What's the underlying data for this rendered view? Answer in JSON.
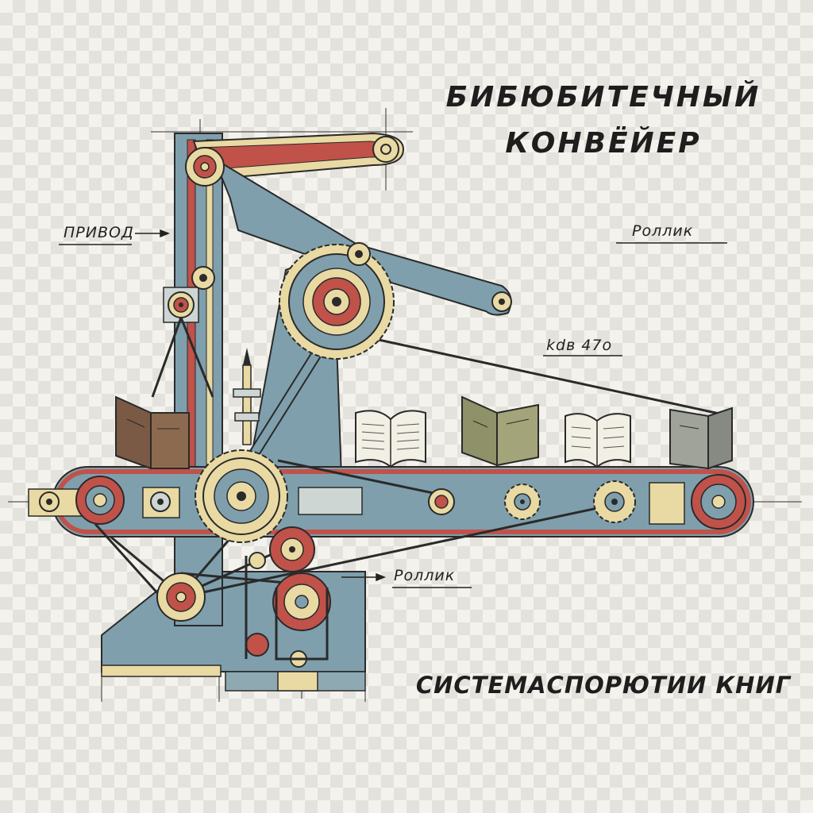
{
  "title": {
    "line1": "БИБЮБИТЕЧНЫЙ",
    "line2": "КОНВЁЙЕР"
  },
  "labels": {
    "drive": "ПРИВОД",
    "roller_top": "Роллик",
    "spec": "kdв 47o",
    "roller_bottom": "Роллик"
  },
  "caption": "СИСТЕМАСПОРЮТИИ КНИГ",
  "colors": {
    "steel_blue": "#7f9fac",
    "red": "#c0524a",
    "cream": "#e9d9a3",
    "ink": "#2a2a2a",
    "book_brown": "#7a5a45",
    "book_olive": "#8f9168",
    "book_grey": "#9fa39a"
  }
}
